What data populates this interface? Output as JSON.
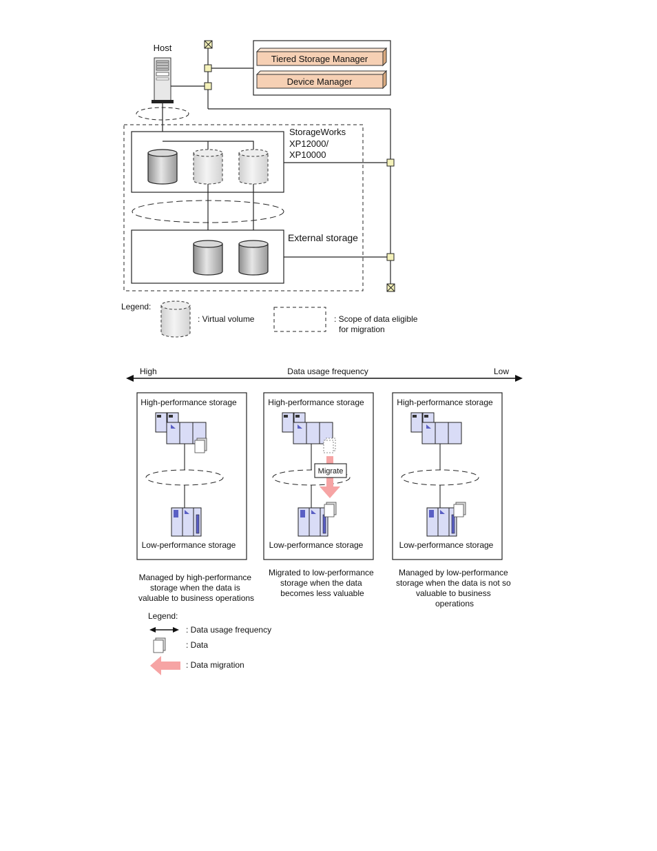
{
  "topology": {
    "host_label": "Host",
    "tsm_label": "Tiered Storage Manager",
    "dm_label": "Device Manager",
    "sw_lines": [
      "StorageWorks",
      "XP12000/",
      "XP10000"
    ],
    "external_label": "External storage",
    "legend": {
      "title": "Legend:",
      "virtual_volume": ": Virtual volume",
      "scope_lines": [
        ": Scope of data eligible",
        "for migration"
      ]
    }
  },
  "frequency": {
    "high": "High",
    "title": "Data usage frequency",
    "low": "Low",
    "panels": [
      {
        "top": "High-performance storage",
        "bottom": "Low-performance storage",
        "caption": [
          "Managed by high-performance",
          "storage when the data is",
          "valuable to business operations"
        ]
      },
      {
        "top": "High-performance storage",
        "bottom": "Low-performance storage",
        "migrate": "Migrate",
        "caption": [
          "Migrated to low-performance",
          "storage when the data",
          "becomes less valuable"
        ]
      },
      {
        "top": "High-performance storage",
        "bottom": "Low-performance storage",
        "caption": [
          "Managed by low-performance",
          "storage when the data is not so",
          "valuable to business",
          "operations"
        ]
      }
    ],
    "legend": {
      "title": "Legend:",
      "frequency": ": Data usage frequency",
      "data": ": Data",
      "migration": ": Data migration"
    }
  },
  "colors": {
    "manager_fill": "#f6d0b4",
    "junction_fill": "#f4f1b9",
    "device_fill": "#d9dcf6",
    "migrate_arrow": "#f6a4a4"
  }
}
